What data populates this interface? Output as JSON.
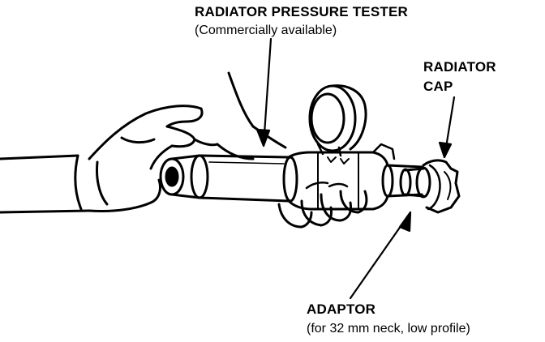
{
  "labels": {
    "tester_title": "RADIATOR PRESSURE TESTER",
    "tester_subtitle": "(Commercially available)",
    "cap_line1": "RADIATOR",
    "cap_line2": "CAP",
    "adaptor_title": "ADAPTOR",
    "adaptor_subtitle": "(for 32 mm neck, low profile)"
  },
  "colors": {
    "ink": "#000000",
    "paper": "#ffffff"
  }
}
